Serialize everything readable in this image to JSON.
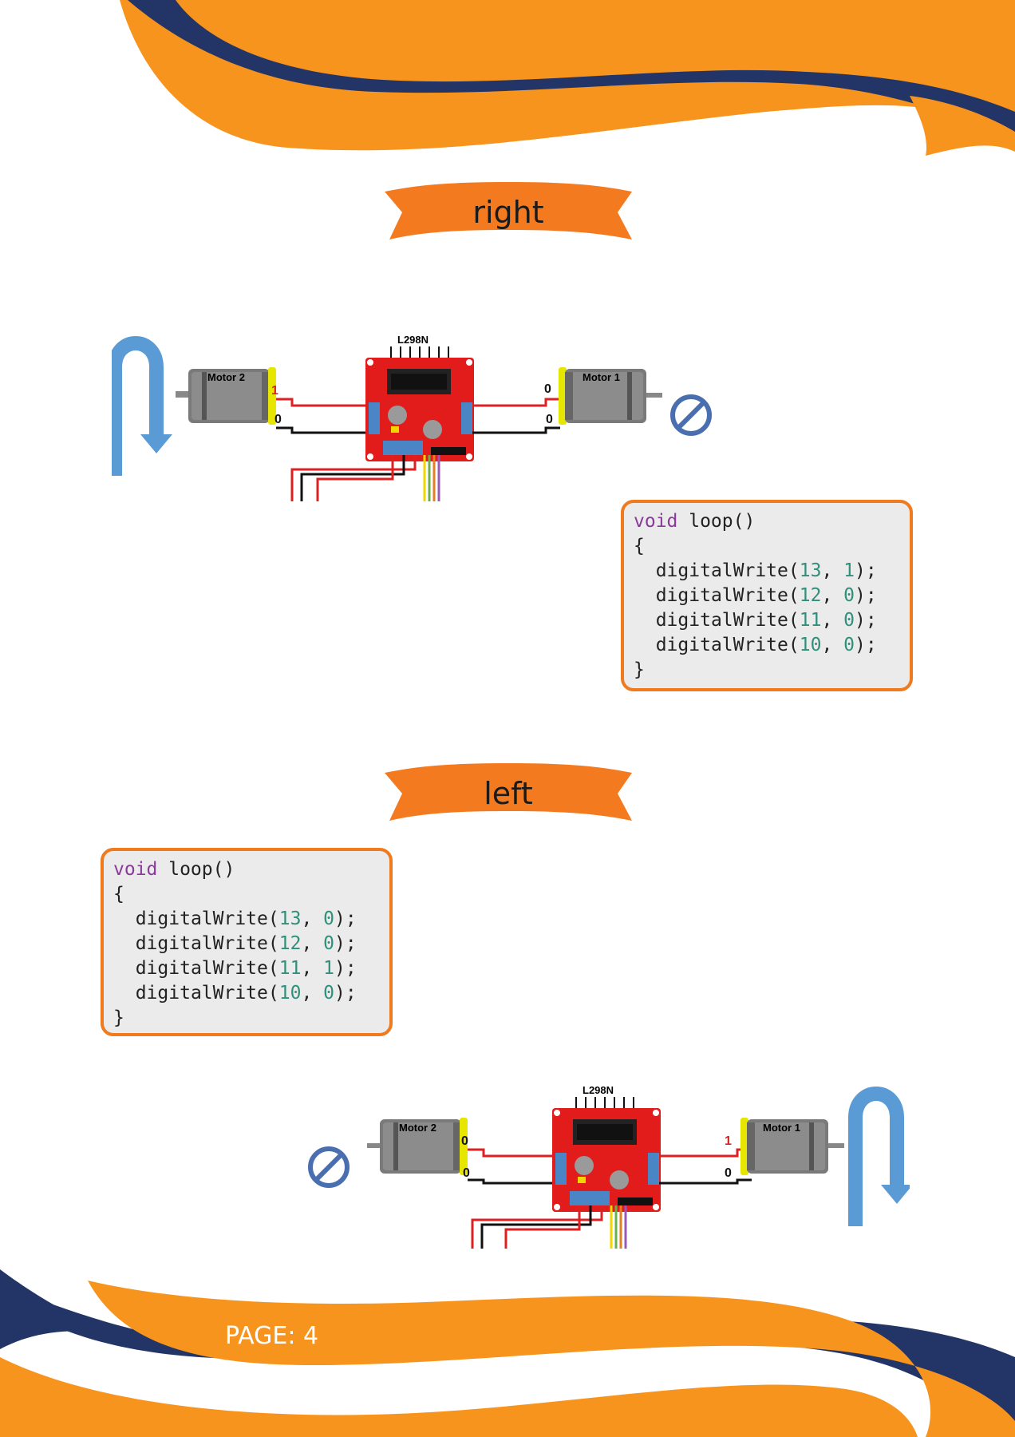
{
  "colors": {
    "orange": "#f7941d",
    "navy": "#233566",
    "banner_orange": "#f47a20",
    "code_border": "#f07a1e",
    "arrow_blue": "#5b9bd5",
    "stop_blue": "#4a6fb0"
  },
  "sections": [
    {
      "title": "right",
      "diagram": {
        "driver_label": "L298N",
        "motor_left_label": "Motor 2",
        "motor_right_label": "Motor 1",
        "motor_left_pins": [
          "1",
          "0"
        ],
        "motor_right_pins": [
          "0",
          "0"
        ],
        "left_indicator": "turn-arrow-icon",
        "right_indicator": "stop-icon"
      },
      "code": {
        "keyword": "void",
        "signature": " loop()",
        "open": "{",
        "fn": "digitalWrite",
        "lines": [
          {
            "pin": "13",
            "value": "1"
          },
          {
            "pin": "12",
            "value": "0"
          },
          {
            "pin": "11",
            "value": "0"
          },
          {
            "pin": "10",
            "value": "0"
          }
        ],
        "close": "}"
      }
    },
    {
      "title": "left",
      "diagram": {
        "driver_label": "L298N",
        "motor_left_label": "Motor 2",
        "motor_right_label": "Motor 1",
        "motor_left_pins": [
          "0",
          "0"
        ],
        "motor_right_pins": [
          "1",
          "0"
        ],
        "left_indicator": "stop-icon",
        "right_indicator": "turn-arrow-icon"
      },
      "code": {
        "keyword": "void",
        "signature": " loop()",
        "open": "{",
        "fn": "digitalWrite",
        "lines": [
          {
            "pin": "13",
            "value": "0"
          },
          {
            "pin": "12",
            "value": "0"
          },
          {
            "pin": "11",
            "value": "1"
          },
          {
            "pin": "10",
            "value": "0"
          }
        ],
        "close": "}"
      }
    }
  ],
  "footer": {
    "page_label": "PAGE: 4"
  }
}
